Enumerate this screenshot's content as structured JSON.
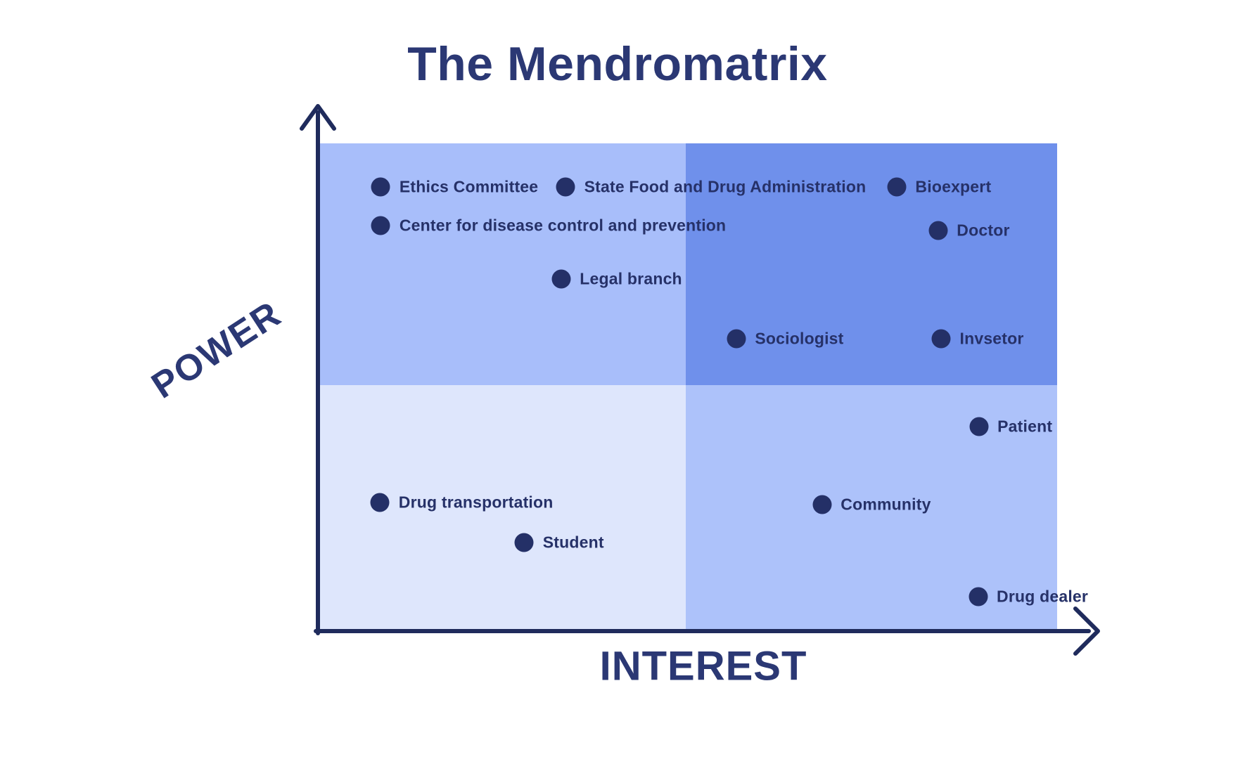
{
  "colors": {
    "background": "#ffffff",
    "title_text": "#2b3874",
    "point_label_text": "#263168",
    "point_dot": "#243067",
    "axis": "#1f2b5c",
    "quadrant_top_left": "#a8befa",
    "quadrant_top_right": "#6f90eb",
    "quadrant_bottom_left": "#dee6fc",
    "quadrant_bottom_right": "#adc2fa"
  },
  "chart_data": {
    "type": "scatter",
    "title": "The Mendromatrix",
    "xlabel": "INTEREST",
    "ylabel": "POWER",
    "axes": "qualitative power-interest matrix, no ticks, arrowed axes",
    "legend": "none",
    "grid": "2x2 shaded quadrants",
    "quadrant_split_pct": {
      "x": 49.8,
      "y": 49.6
    },
    "quadrants": [
      {
        "position": "top-left",
        "meaning": "high power / low interest"
      },
      {
        "position": "top-right",
        "meaning": "high power / high interest"
      },
      {
        "position": "bottom-left",
        "meaning": "low power / low interest"
      },
      {
        "position": "bottom-right",
        "meaning": "low power / high interest"
      }
    ],
    "points": [
      {
        "label": "Ethics Committee",
        "x_pct": 8.5,
        "y_pct": 8.9,
        "quadrant": "top-left"
      },
      {
        "label": "State Food and Drug Administration",
        "x_pct": 33.5,
        "y_pct": 8.9,
        "quadrant": "top-left"
      },
      {
        "label": "Bioexpert",
        "x_pct": 78.3,
        "y_pct": 8.9,
        "quadrant": "top-right"
      },
      {
        "label": "Center for disease control and prevention",
        "x_pct": 8.5,
        "y_pct": 16.8,
        "quadrant": "top-left"
      },
      {
        "label": "Doctor",
        "x_pct": 83.9,
        "y_pct": 17.9,
        "quadrant": "top-right"
      },
      {
        "label": "Legal branch",
        "x_pct": 32.9,
        "y_pct": 27.8,
        "quadrant": "top-left"
      },
      {
        "label": "Sociologist",
        "x_pct": 56.6,
        "y_pct": 40.0,
        "quadrant": "top-right"
      },
      {
        "label": "Invsetor",
        "x_pct": 84.3,
        "y_pct": 40.0,
        "quadrant": "top-right"
      },
      {
        "label": "Patient",
        "x_pct": 89.4,
        "y_pct": 58.1,
        "quadrant": "bottom-right"
      },
      {
        "label": "Drug transportation",
        "x_pct": 8.4,
        "y_pct": 73.6,
        "quadrant": "bottom-left"
      },
      {
        "label": "Community",
        "x_pct": 68.2,
        "y_pct": 74.1,
        "quadrant": "bottom-right"
      },
      {
        "label": "Student",
        "x_pct": 27.9,
        "y_pct": 81.9,
        "quadrant": "bottom-left"
      },
      {
        "label": "Drug dealer",
        "x_pct": 89.3,
        "y_pct": 93.0,
        "quadrant": "bottom-right"
      }
    ]
  }
}
